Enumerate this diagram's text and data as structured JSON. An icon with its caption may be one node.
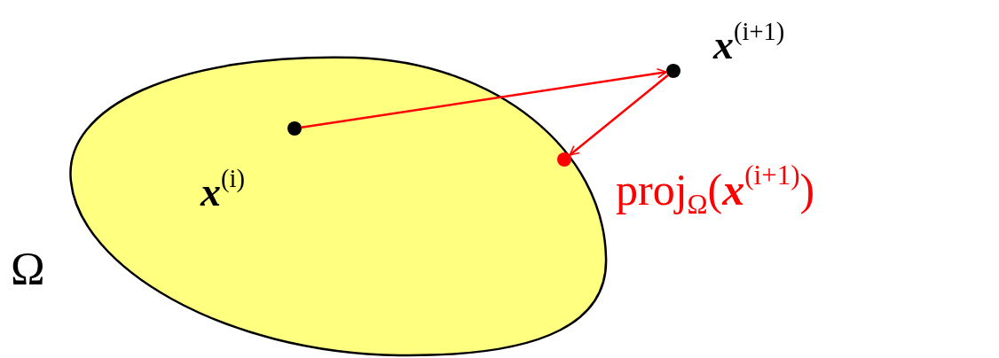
{
  "diagram": {
    "nodes": [
      {
        "text": [
          "Ω"
        ]
      },
      {
        "text": [],
        "shape": "circle",
        "in": 0,
        "beside": [
          "**x**$^{(i)}$"
        ]
      },
      {
        "text": [],
        "shape": "circle",
        "beside": [
          "**x**$^{(i+1)}$"
        ]
      },
      {
        "text": [],
        "shape": "circle",
        "in": 0,
        "beside": [
          "proj$_{Ω}$(**x**$^{(i+1)}$)"
        ]
      }
    ],
    "edges": [
      {
        "from": 1,
        "to": 2,
        "arrow": "to"
      },
      {
        "from": 2,
        "to": 3,
        "arrow": "to"
      }
    ]
  }
}
